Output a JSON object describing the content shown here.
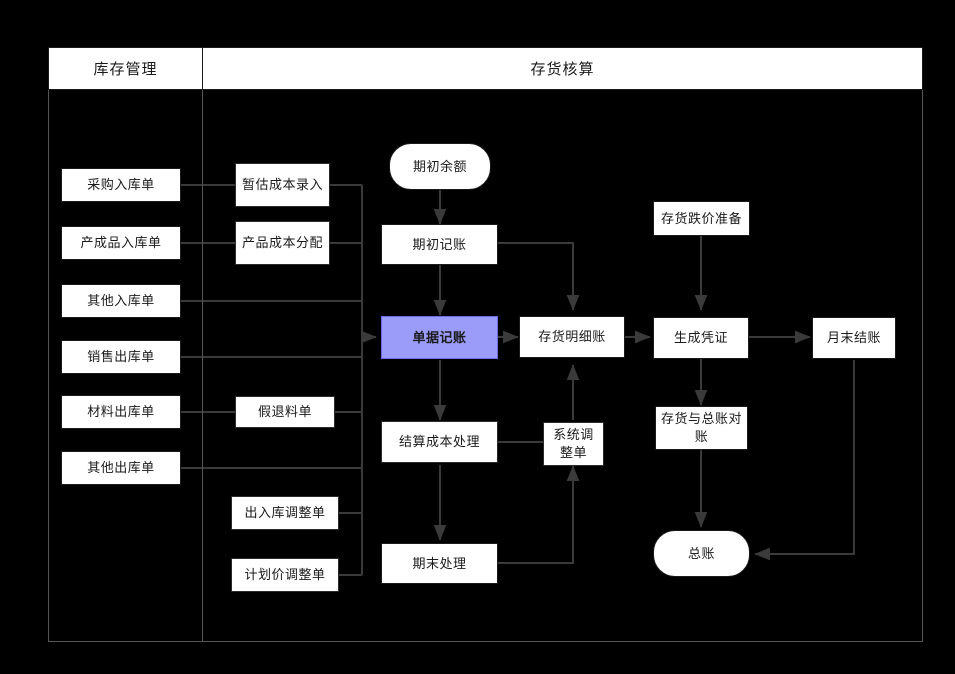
{
  "diagram": {
    "title_left": "库存管理",
    "title_right": "存货核算",
    "accent_highlight": "#9b9bfa",
    "line_color": "#3a3a3a",
    "node_border": "#1a1a1a",
    "background": "#000000"
  },
  "columns": {
    "inventory_management": {
      "header": "库存管理",
      "documents": [
        {
          "id": "purchase-in",
          "label": "采购入库单"
        },
        {
          "id": "finished-in",
          "label": "产成品入库单"
        },
        {
          "id": "other-in",
          "label": "其他入库单"
        },
        {
          "id": "sales-out",
          "label": "销售出库单"
        },
        {
          "id": "material-out",
          "label": "材料出库单"
        },
        {
          "id": "other-out",
          "label": "其他出库单"
        }
      ]
    },
    "inventory_accounting": {
      "header": "存货核算",
      "cost_inputs": [
        {
          "id": "estimated-cost-entry",
          "label": "暂估成本录入"
        },
        {
          "id": "product-cost-alloc",
          "label": "产品成本分配"
        },
        {
          "id": "fake-return-material",
          "label": "假退料单"
        },
        {
          "id": "inout-adjust",
          "label": "出入库调整单"
        },
        {
          "id": "planned-price-adjust",
          "label": "计划价调整单"
        }
      ],
      "main_flow": [
        {
          "id": "opening-balance",
          "label": "期初余额",
          "shape": "stadium"
        },
        {
          "id": "opening-posting",
          "label": "期初记账",
          "shape": "rect"
        },
        {
          "id": "voucher-posting",
          "label": "单据记账",
          "shape": "rect",
          "highlight": true
        },
        {
          "id": "settle-cost",
          "label": "结算成本处理",
          "shape": "rect"
        },
        {
          "id": "period-end",
          "label": "期末处理",
          "shape": "rect"
        }
      ],
      "ledger_flow": [
        {
          "id": "system-adjust",
          "label": "系统调整单",
          "shape": "rect"
        },
        {
          "id": "inventory-subledger",
          "label": "存货明细账",
          "shape": "rect"
        },
        {
          "id": "price-decline",
          "label": "存货跌价准备",
          "shape": "rect"
        },
        {
          "id": "generate-voucher",
          "label": "生成凭证",
          "shape": "rect"
        },
        {
          "id": "month-end-closing",
          "label": "月末结账",
          "shape": "rect"
        },
        {
          "id": "reconcile-gl",
          "label": "存货与总账对账",
          "shape": "rect"
        },
        {
          "id": "general-ledger",
          "label": "总账",
          "shape": "stadium"
        }
      ]
    }
  }
}
